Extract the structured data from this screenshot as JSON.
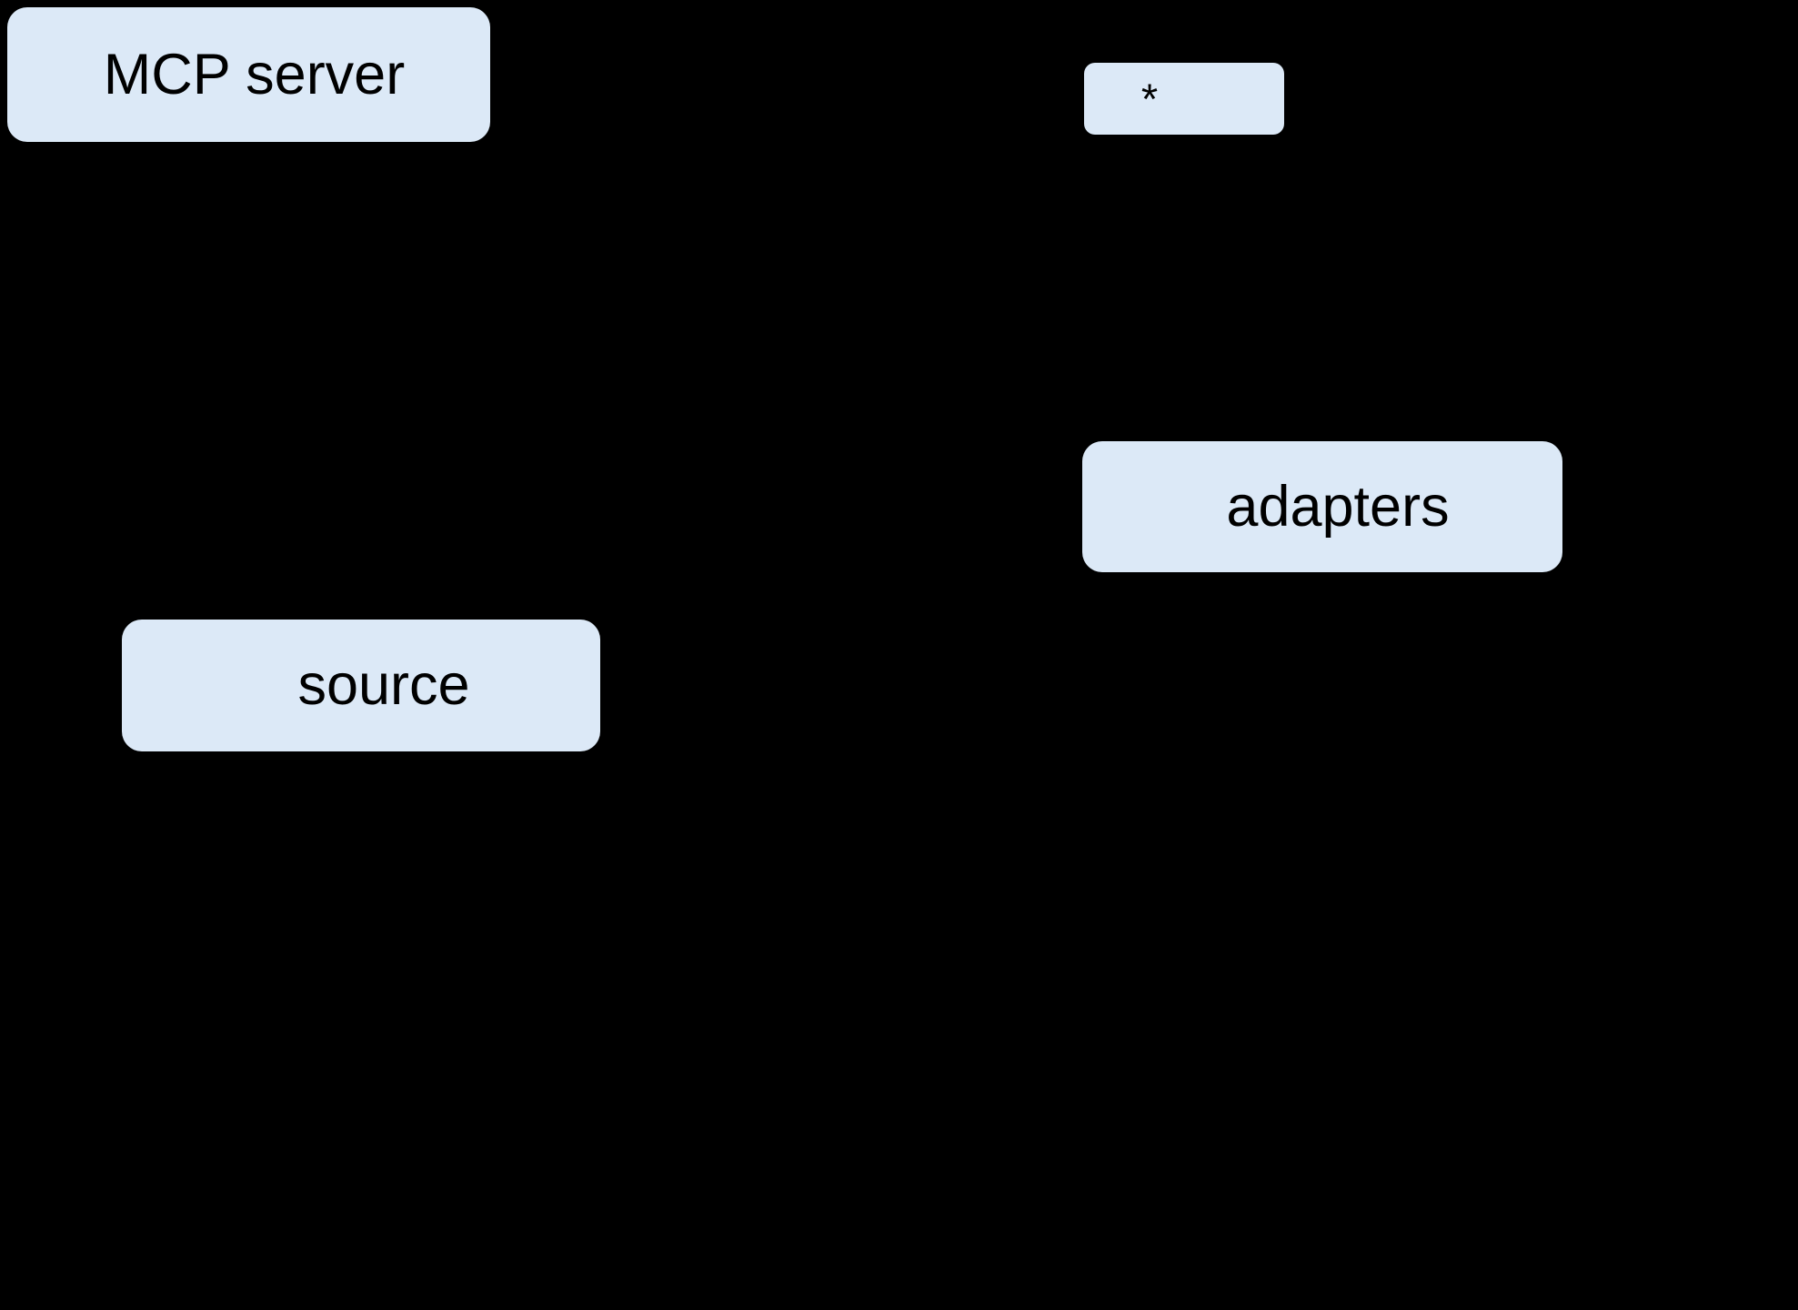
{
  "diagram": {
    "background_color": "#000000",
    "node_fill_color": "#dce9f7",
    "node_text_color": "#000000",
    "nodes": [
      {
        "id": "mcp-server",
        "label": "MCP server"
      },
      {
        "id": "asterisk",
        "label": "*"
      },
      {
        "id": "adapters",
        "label": "adapters"
      },
      {
        "id": "source",
        "label": "source"
      }
    ]
  }
}
